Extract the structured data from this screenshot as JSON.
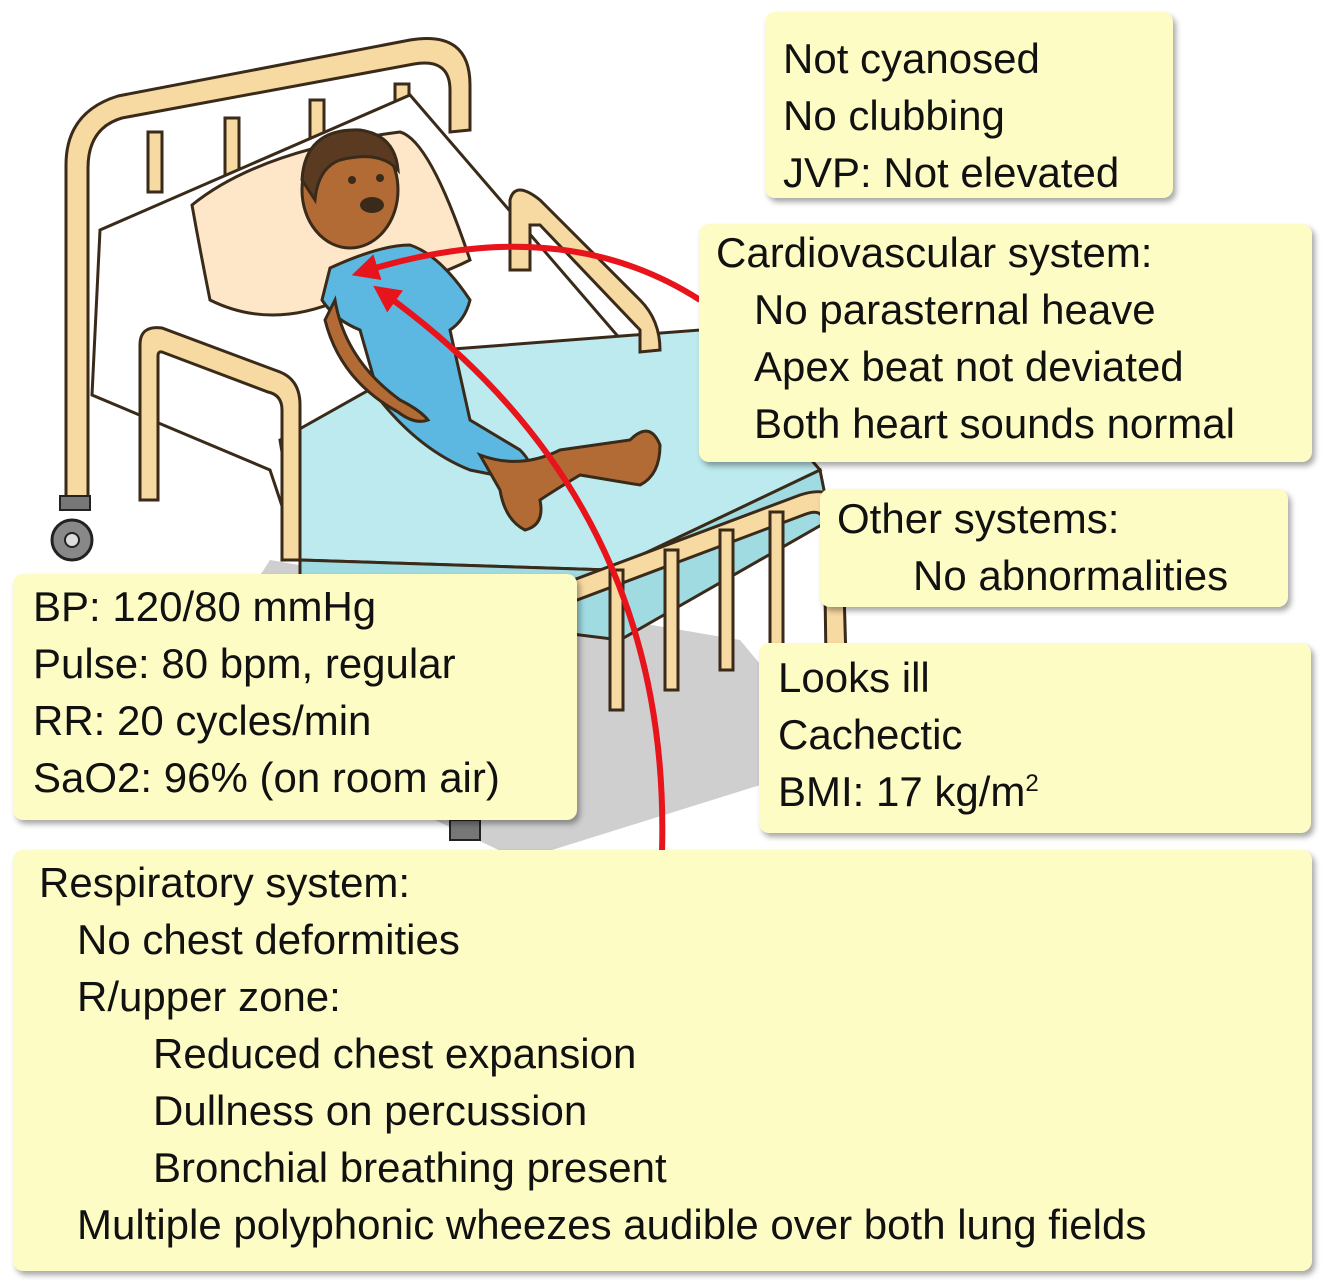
{
  "general": {
    "lines": [
      "Not cyanosed",
      "No clubbing",
      "JVP: Not elevated"
    ]
  },
  "cardiovascular": {
    "heading": "Cardiovascular system:",
    "findings": [
      "No parasternal heave",
      "Apex beat not deviated",
      "Both heart sounds normal"
    ]
  },
  "other_systems": {
    "heading": "Other systems:",
    "finding": "No abnormalities"
  },
  "vitals": {
    "bp": "BP: 120/80 mmHg",
    "pulse": "Pulse: 80 bpm, regular",
    "rr": "RR: 20 cycles/min",
    "sao2": "SaO2: 96% (on room air)"
  },
  "appearance": {
    "lines": [
      "Looks ill",
      "Cachectic"
    ],
    "bmi_text": "BMI: 17 kg/m",
    "bmi_exponent": "2"
  },
  "respiratory": {
    "heading": "Respiratory system:",
    "chest": "No chest deformities",
    "zone": "R/upper zone:",
    "zone_findings": [
      "Reduced chest expansion",
      "Dullness on percussion",
      "Bronchial breathing present"
    ],
    "wheezes": "Multiple polyphonic wheezes audible over both lung fields"
  },
  "colors": {
    "note_fill": "#fdfcc4",
    "arrow": "#e8141c",
    "bed_frame": "#f7d9a2",
    "sheet": "#bdeaee",
    "gown": "#5cb8e0",
    "skin": "#b36b35"
  },
  "icons": [
    "patient-in-bed-illustration",
    "arrow-to-chest-cvs",
    "arrow-to-chest-resp"
  ]
}
